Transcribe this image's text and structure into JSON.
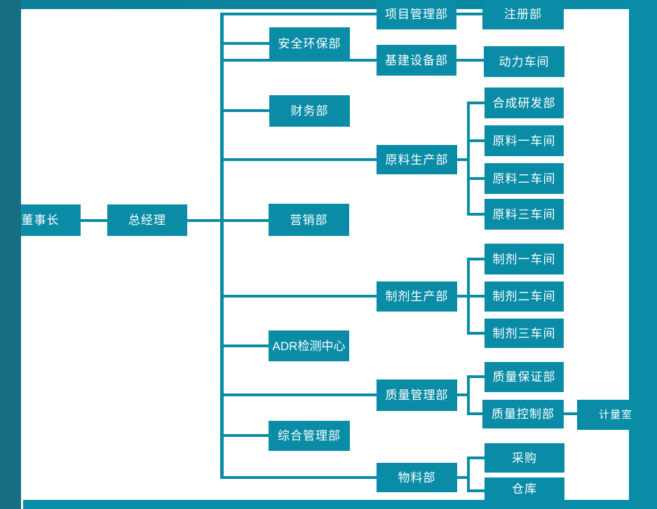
{
  "colors": {
    "teal": "#0a8ca6",
    "teal_dark": "#156e82",
    "text": "#ffffff",
    "background": "#ffffff"
  },
  "org_chart": {
    "nodes": {
      "chairman": {
        "label": "董事长"
      },
      "general_manager": {
        "label": "总经理"
      },
      "safety_environment": {
        "label": "安全环保部"
      },
      "finance": {
        "label": "财务部"
      },
      "marketing": {
        "label": "营销部"
      },
      "adr_testing_center": {
        "label": "ADR检测中心"
      },
      "general_admin": {
        "label": "综合管理部"
      },
      "project_management": {
        "label": "项目管理部"
      },
      "infrastructure_equipment": {
        "label": "基建设备部"
      },
      "raw_material_production": {
        "label": "原料生产部"
      },
      "preparation_production": {
        "label": "制剂生产部"
      },
      "quality_management": {
        "label": "质量管理部"
      },
      "materials": {
        "label": "物料部"
      },
      "registration": {
        "label": "注册部"
      },
      "power_workshop": {
        "label": "动力车间"
      },
      "synthesis_rd": {
        "label": "合成研发部"
      },
      "raw_workshop_1": {
        "label": "原料一车间"
      },
      "raw_workshop_2": {
        "label": "原料二车间"
      },
      "raw_workshop_3": {
        "label": "原料三车间"
      },
      "prep_workshop_1": {
        "label": "制剂一车间"
      },
      "prep_workshop_2": {
        "label": "制剂二车间"
      },
      "prep_workshop_3": {
        "label": "制剂三车间"
      },
      "quality_assurance": {
        "label": "质量保证部"
      },
      "quality_control": {
        "label": "质量控制部"
      },
      "metrology_room": {
        "label": "计量室"
      },
      "purchasing": {
        "label": "采购"
      },
      "warehouse": {
        "label": "仓库"
      }
    },
    "hierarchy": [
      {
        "parent": "chairman",
        "children": [
          "general_manager"
        ]
      },
      {
        "parent": "general_manager",
        "children": [
          "project_management",
          "safety_environment",
          "infrastructure_equipment",
          "finance",
          "raw_material_production",
          "marketing",
          "preparation_production",
          "adr_testing_center",
          "quality_management",
          "general_admin",
          "materials"
        ]
      },
      {
        "parent": "project_management",
        "children": [
          "registration"
        ]
      },
      {
        "parent": "infrastructure_equipment",
        "children": [
          "power_workshop"
        ]
      },
      {
        "parent": "raw_material_production",
        "children": [
          "synthesis_rd",
          "raw_workshop_1",
          "raw_workshop_2",
          "raw_workshop_3"
        ]
      },
      {
        "parent": "preparation_production",
        "children": [
          "prep_workshop_1",
          "prep_workshop_2",
          "prep_workshop_3"
        ]
      },
      {
        "parent": "quality_management",
        "children": [
          "quality_assurance",
          "quality_control"
        ]
      },
      {
        "parent": "quality_control",
        "children": [
          "metrology_room"
        ]
      },
      {
        "parent": "materials",
        "children": [
          "purchasing",
          "warehouse"
        ]
      }
    ]
  }
}
